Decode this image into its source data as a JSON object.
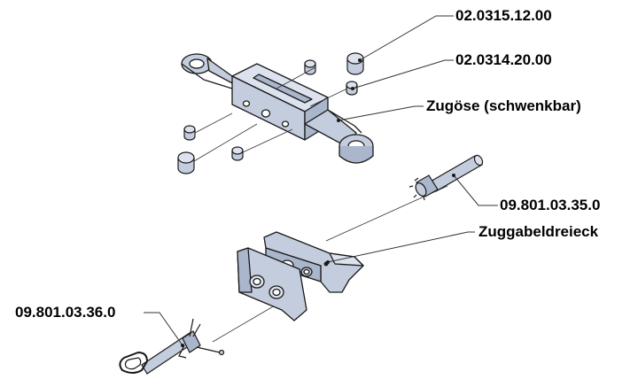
{
  "labels": {
    "part_a": "02.0315.12.00",
    "part_b": "02.0314.20.00",
    "part_c": "Zugöse (schwenkbar)",
    "part_d": "09.801.03.35.0",
    "part_e": "Zuggabeldreieck",
    "part_f": "09.801.03.36.0"
  },
  "colors": {
    "part_fill": "#c4cddd",
    "part_shade": "#aab6cc",
    "part_light": "#dde3ee",
    "outline": "#1a1a1a",
    "leader": "#333333"
  }
}
